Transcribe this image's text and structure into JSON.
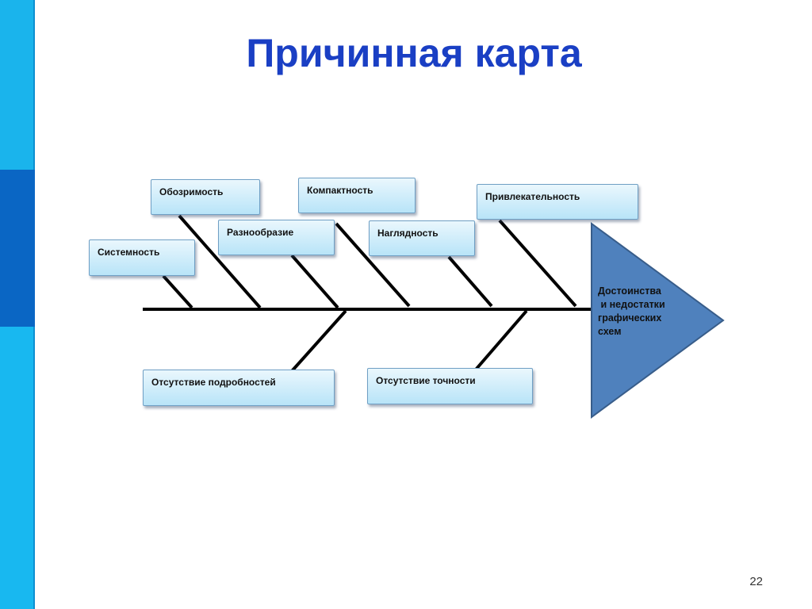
{
  "slide": {
    "title": "Причинная карта",
    "page_number": "22"
  },
  "diagram": {
    "type": "fishbone",
    "head": {
      "text": "Достоинства\n и недостатки\nграфических\nсхем"
    },
    "causes_top": [
      "Обозримость",
      "Компактность",
      "Привлекательность",
      "Системность",
      "Разнообразие",
      "Наглядность"
    ],
    "causes_bottom": [
      "Отсутствие подробностей",
      "Отсутствие точности"
    ]
  },
  "colors": {
    "title": "#1a3fc4",
    "head_fill": "#4f81bd",
    "head_stroke": "#385d8a",
    "spine": "#000000",
    "box_gradient_top": "#eaf7fd",
    "box_gradient_bottom": "#b8e4f8",
    "sidebar_light": "#1ab4ec",
    "sidebar_dark": "#0a66c4"
  }
}
